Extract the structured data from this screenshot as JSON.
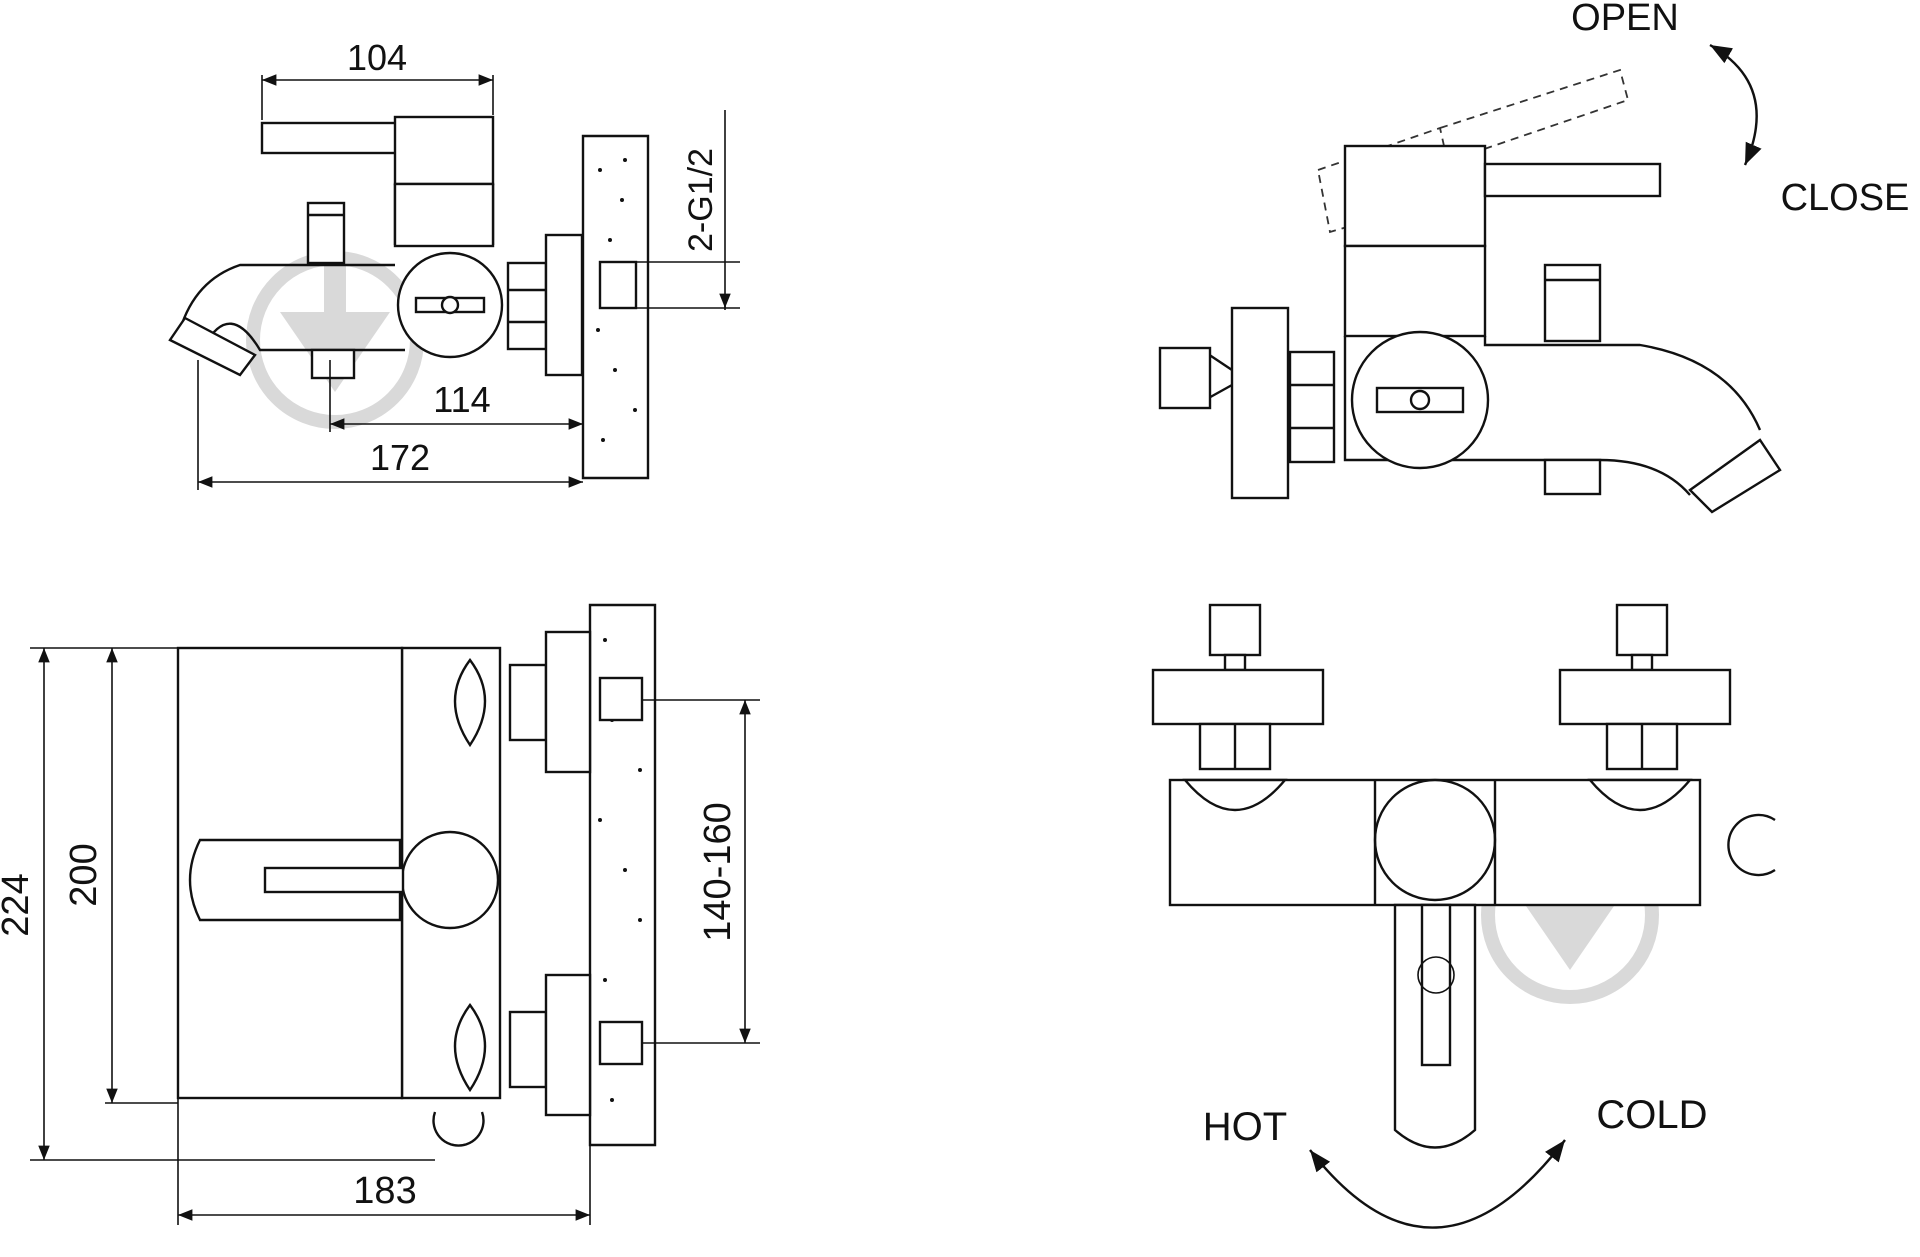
{
  "views": {
    "side_left": {
      "dim_top": "104",
      "dim_thread": "2-G1/2",
      "dim_spout_to_wall": "114",
      "dim_overall_depth": "172"
    },
    "side_right": {
      "label_open": "OPEN",
      "label_close": "CLOSE"
    },
    "top_left": {
      "dim_overall_height": "224",
      "dim_body_height": "200",
      "dim_inlet_spacing": "140-160",
      "dim_projection": "183"
    },
    "front_right": {
      "label_hot": "HOT",
      "label_cold": "COLD"
    }
  },
  "icons": [
    "watermark-logo-icon",
    "rotation-arrow-icon",
    "arrowhead-icon"
  ],
  "colors": {
    "line": "#111111",
    "watermark": "#d9d9d9",
    "background": "#ffffff"
  }
}
